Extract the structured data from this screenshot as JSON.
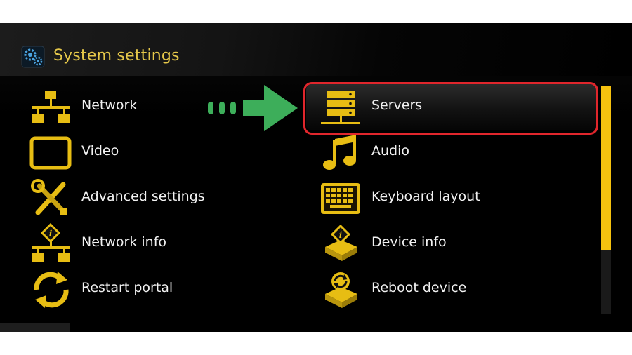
{
  "header": {
    "title": "System settings",
    "icon": "gears-icon"
  },
  "left_menu": [
    {
      "label": "Network",
      "icon": "network-icon"
    },
    {
      "label": "Video",
      "icon": "monitor-icon"
    },
    {
      "label": "Advanced settings",
      "icon": "tools-icon"
    },
    {
      "label": "Network info",
      "icon": "network-info-icon"
    },
    {
      "label": "Restart portal",
      "icon": "restart-icon"
    }
  ],
  "right_menu": [
    {
      "label": "Servers",
      "icon": "servers-icon",
      "selected": true
    },
    {
      "label": "Audio",
      "icon": "music-note-icon"
    },
    {
      "label": "Keyboard layout",
      "icon": "keyboard-icon"
    },
    {
      "label": "Device info",
      "icon": "device-info-icon"
    },
    {
      "label": "Reboot device",
      "icon": "reboot-device-icon"
    }
  ],
  "annotation": {
    "arrow_color": "#3dae5a",
    "highlight_color": "#e0262c"
  },
  "colors": {
    "accent": "#f6c20f",
    "icon": "#e7bd13",
    "title": "#e6c84a",
    "text": "#f2f2f2"
  }
}
